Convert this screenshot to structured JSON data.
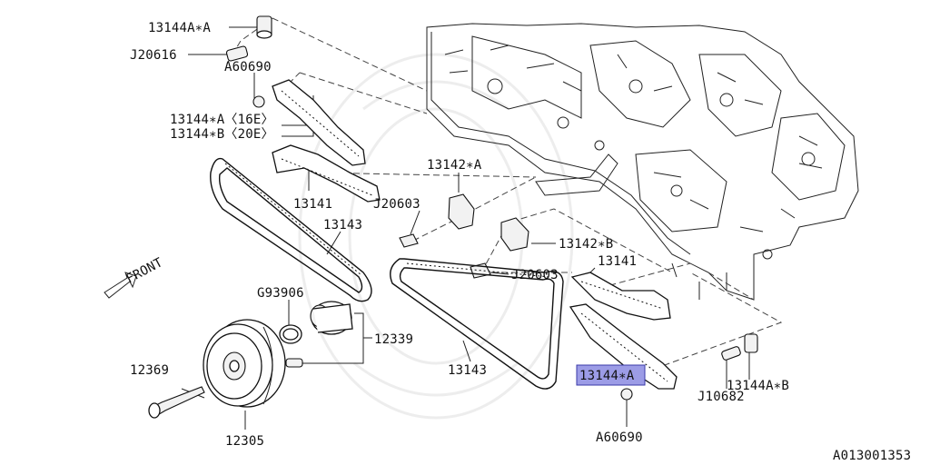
{
  "diagram": {
    "direction_label": "FRONT",
    "figure_id": "A013001353",
    "highlight_color": "#9c9ce6",
    "labels": {
      "p13144aa_top": "13144A∗A",
      "p20616": "J20616",
      "pa60690_top": "A60690",
      "p13144a16e": "13144∗A〈16E〉",
      "p13144b20e": "13144∗B〈20E〉",
      "p13141_left": "13141",
      "p13142a": "13142∗A",
      "pj20603_top": "J20603",
      "p13143_top": "13143",
      "p13142b": "13142∗B",
      "p13141_right": "13141",
      "pj20603_mid": "J20603",
      "pg93906": "G93906",
      "p12339": "12339",
      "p12369": "12369",
      "p13143_bottom": "13143",
      "p13144a_hl": "13144∗A",
      "p13144ab_right": "13144A∗B",
      "pj10682": "J10682",
      "pa60690_bottom": "A60690",
      "p12305": "12305"
    }
  }
}
